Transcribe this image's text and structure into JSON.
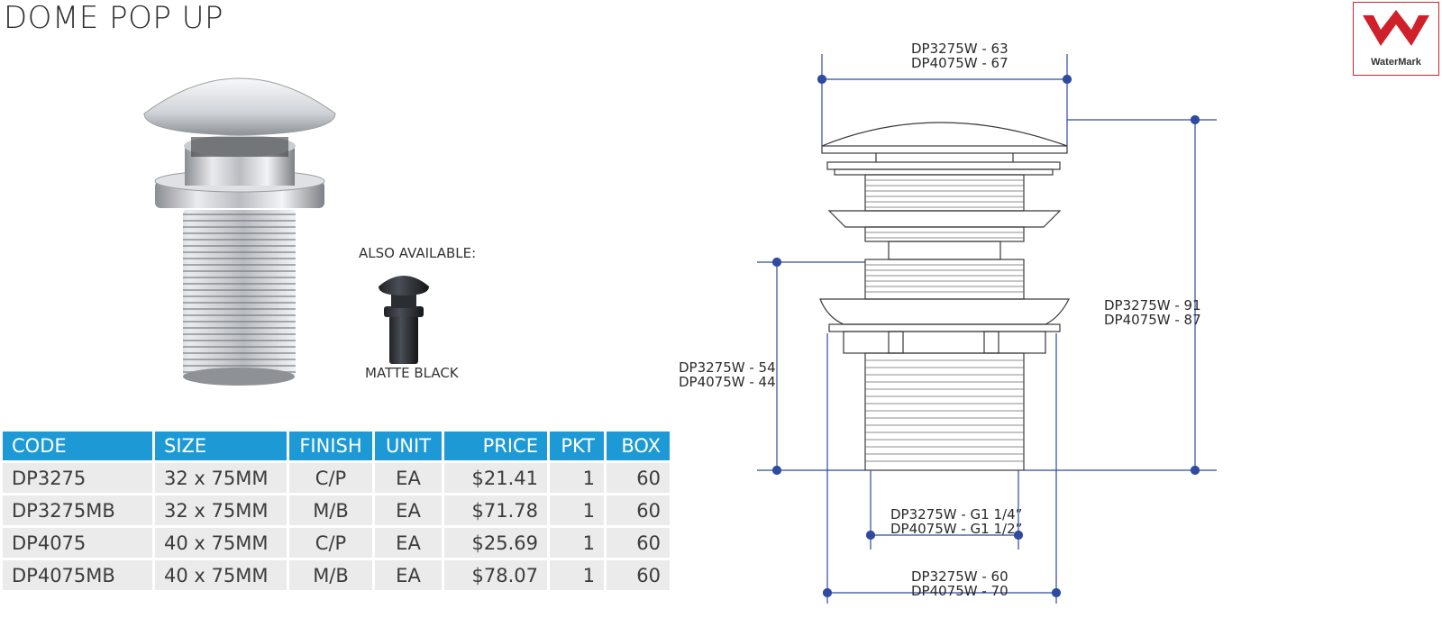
{
  "title": "DOME POP UP",
  "also_available": {
    "label": "ALSO AVAILABLE:",
    "variant": "MATTE BLACK"
  },
  "logo": {
    "text": "WaterMark",
    "color": "#d0202a"
  },
  "table": {
    "header_color": "#1d9ad6",
    "headers": [
      "CODE",
      "SIZE",
      "FINISH",
      "UNIT",
      "PRICE",
      "PKT",
      "BOX"
    ],
    "rows": [
      [
        "DP3275",
        "32 x 75MM",
        "C/P",
        "EA",
        "$21.41",
        "1",
        "60"
      ],
      [
        "DP3275MB",
        "32 x 75MM",
        "M/B",
        "EA",
        "$71.78",
        "1",
        "60"
      ],
      [
        "DP4075",
        "40 x 75MM",
        "C/P",
        "EA",
        "$25.69",
        "1",
        "60"
      ],
      [
        "DP4075MB",
        "40 x 75MM",
        "M/B",
        "EA",
        "$78.07",
        "1",
        "60"
      ]
    ]
  },
  "diagram": {
    "dim_color": "#2f4aa0",
    "top_width": [
      "DP3275W - 63",
      "DP4075W - 67"
    ],
    "total_height": [
      "DP3275W - 91",
      "DP4075W - 87"
    ],
    "lower_height": [
      "DP3275W - 54",
      "DP4075W - 44"
    ],
    "thread": [
      "DP3275W - G1 1/4”",
      "DP4075W - G1 1/2”"
    ],
    "flange_width": [
      "DP3275W - 60",
      "DP4075W - 70"
    ]
  }
}
